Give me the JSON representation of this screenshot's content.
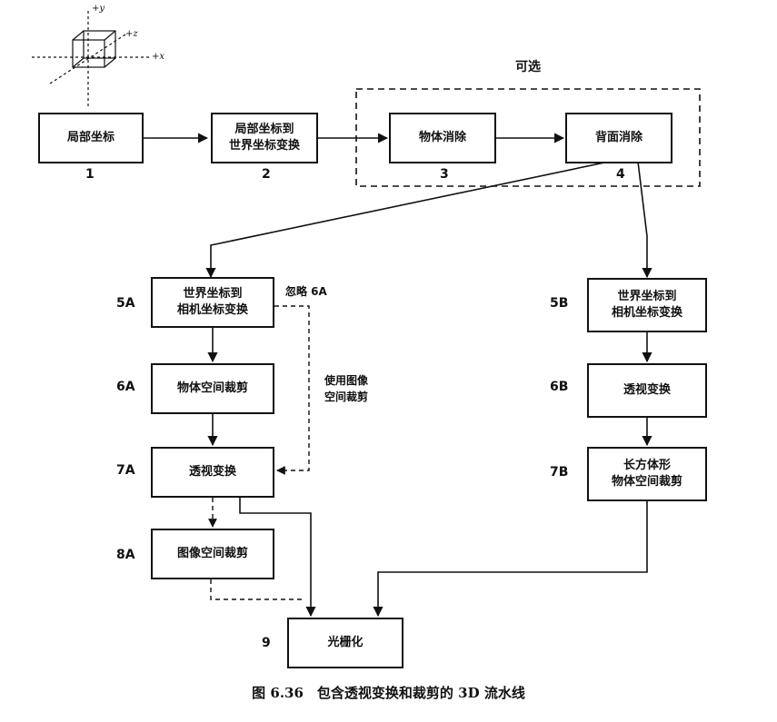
{
  "figure": {
    "axes": {
      "y": "+y",
      "z": "+z",
      "x": "+x"
    },
    "optional_label": "可选",
    "boxes": {
      "b1": "局部坐标",
      "b2": "局部坐标到\n世界坐标变换",
      "b3": "物体消除",
      "b4": "背面消除",
      "b5a": "世界坐标到\n相机坐标变换",
      "b6a": "物体空间裁剪",
      "b7a": "透视变换",
      "b8a": "图像空间裁剪",
      "b5b": "世界坐标到\n相机坐标变换",
      "b6b": "透视变换",
      "b7b": "长方体形\n物体空间裁剪",
      "b9": "光栅化"
    },
    "numbers": {
      "n1": "1",
      "n2": "2",
      "n3": "3",
      "n4": "4",
      "n5a": "5A",
      "n6a": "6A",
      "n7a": "7A",
      "n8a": "8A",
      "n5b": "5B",
      "n6b": "6B",
      "n7b": "7B",
      "n9": "9"
    },
    "annotations": {
      "skip6a": "忽略 6A",
      "use_image_space": "使用图像\n空间裁剪"
    },
    "caption": "图 6.36　包含透视变换和裁剪的 3D 流水线"
  }
}
